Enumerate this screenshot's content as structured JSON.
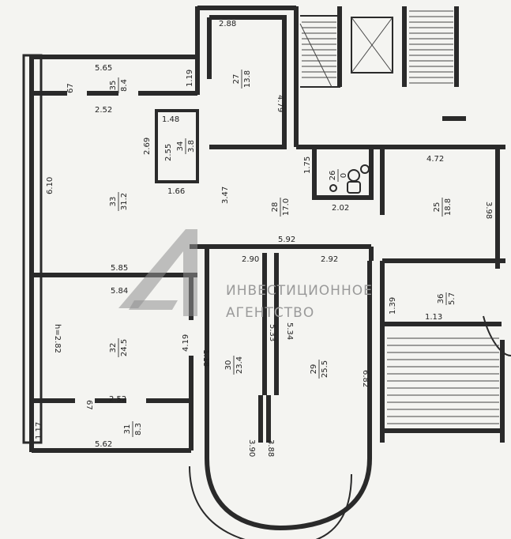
{
  "watermark": {
    "line1": "ИНВЕСТИЦИОННОЕ",
    "line2": "АГЕНТСТВО"
  },
  "rooms": [
    {
      "id": "35",
      "area": "8.4"
    },
    {
      "id": "34",
      "area": "3.8"
    },
    {
      "id": "33",
      "area": "31.2"
    },
    {
      "id": "27",
      "area": "13.8"
    },
    {
      "id": "28",
      "area": "17.0"
    },
    {
      "id": "26",
      "area": "0"
    },
    {
      "id": "25",
      "area": "18.8"
    },
    {
      "id": "32",
      "area": "24.5"
    },
    {
      "id": "31",
      "area": "8.3"
    },
    {
      "id": "30",
      "area": "23.4"
    },
    {
      "id": "29",
      "area": "25.5"
    },
    {
      "id": "36",
      "area": "5.7"
    }
  ],
  "dimensions": [
    "2.88",
    "5.65",
    "1.19",
    "4.79",
    "67",
    "2.52",
    "1.48",
    "2.69",
    "2.55",
    "1.66",
    "6.10",
    "3.47",
    "1.75",
    "2.02",
    "4.72",
    "3.98",
    "5.92",
    "2.90",
    "2.92",
    "5.85",
    "5.84",
    "h=2.82",
    "4.19",
    "1.18",
    "5.33",
    "5.34",
    "6.82",
    "1.39",
    "1.13",
    "2.52",
    "67",
    "1.17",
    "5.62",
    "3.90",
    "3.88"
  ]
}
